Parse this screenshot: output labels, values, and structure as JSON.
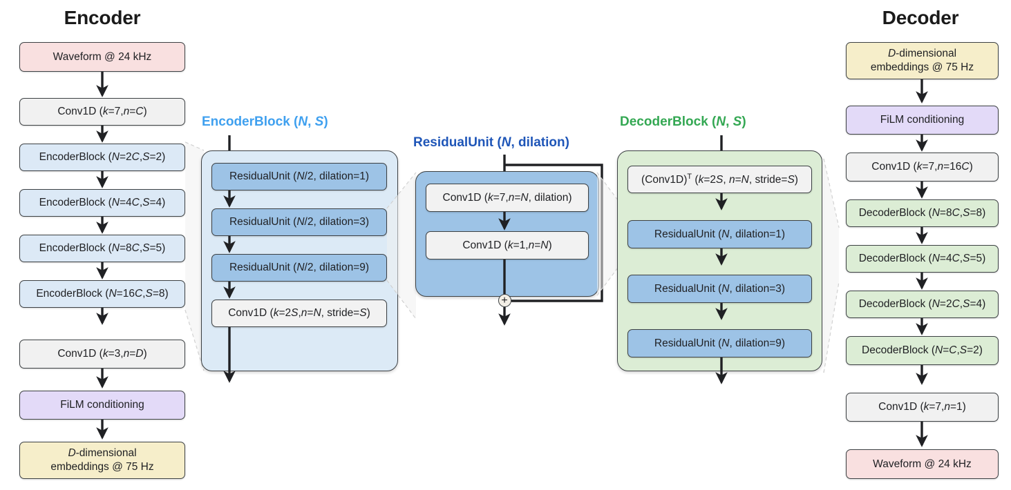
{
  "diagram": {
    "title": "Neural audio codec encoder-decoder architecture",
    "colors": {
      "encoder_title": "#3fa0ef",
      "residual_title": "#1f56b8",
      "decoder_title": "#34a853",
      "waveform_fill": "#f9e0e0",
      "conv_fill": "#f1f1f1",
      "encoderblock_fill": "#dce9f6",
      "film_fill": "#e3daf8",
      "embeddings_fill": "#f6eeca",
      "decoderblock_fill": "#dcedd5",
      "residualunit_fill": "#9dc3e6"
    }
  },
  "encoder_column": {
    "heading": "Encoder",
    "nodes": [
      {
        "label": "Waveform @ 24 kHz",
        "style": "pink"
      },
      {
        "label": "Conv1D (k=7, n=C)",
        "style": "gray"
      },
      {
        "label": "EncoderBlock (N=2C, S=2)",
        "style": "blue"
      },
      {
        "label": "EncoderBlock (N=4C, S=4)",
        "style": "blue"
      },
      {
        "label": "EncoderBlock (N=8C, S=5)",
        "style": "blue"
      },
      {
        "label": "EncoderBlock (N=16C, S=8)",
        "style": "blue"
      },
      {
        "label": "Conv1D (k=3, n=D)",
        "style": "gray"
      },
      {
        "label": "FiLM conditioning",
        "style": "purple"
      },
      {
        "label": "D-dimensional embeddings @ 75 Hz",
        "style": "yellow"
      }
    ]
  },
  "encoder_block_panel": {
    "caption": "EncoderBlock (N, S)",
    "nodes": [
      {
        "label": "ResidualUnit (N/2, dilation=1)",
        "style": "midblue"
      },
      {
        "label": "ResidualUnit (N/2, dilation=3)",
        "style": "midblue"
      },
      {
        "label": "ResidualUnit (N/2, dilation=9)",
        "style": "midblue"
      },
      {
        "label": "Conv1D (k=2S, n=N, stride=S)",
        "style": "white"
      }
    ]
  },
  "residual_unit_panel": {
    "caption": "ResidualUnit (N, dilation)",
    "nodes": [
      {
        "label": "Conv1D (k=7, n=N, dilation)",
        "style": "white"
      },
      {
        "label": "Conv1D (k=1, n=N)",
        "style": "white"
      }
    ],
    "skip_operator": "+"
  },
  "decoder_block_panel": {
    "caption": "DecoderBlock (N, S)",
    "nodes": [
      {
        "label": "(Conv1D)^T (k=2S, n=N, stride=S)",
        "style": "white"
      },
      {
        "label": "ResidualUnit (N, dilation=1)",
        "style": "midblue"
      },
      {
        "label": "ResidualUnit (N, dilation=3)",
        "style": "midblue"
      },
      {
        "label": "ResidualUnit (N, dilation=9)",
        "style": "midblue"
      }
    ]
  },
  "decoder_column": {
    "heading": "Decoder",
    "nodes": [
      {
        "label": "D-dimensional embeddings @ 75 Hz",
        "style": "yellow"
      },
      {
        "label": "FiLM conditioning",
        "style": "purple"
      },
      {
        "label": "Conv1D (k=7, n=16C)",
        "style": "gray"
      },
      {
        "label": "DecoderBlock (N=8C, S=8)",
        "style": "green"
      },
      {
        "label": "DecoderBlock (N=4C, S=5)",
        "style": "green"
      },
      {
        "label": "DecoderBlock (N=2C, S=4)",
        "style": "green"
      },
      {
        "label": "DecoderBlock (N=C, S=2)",
        "style": "green"
      },
      {
        "label": "Conv1D (k=7, n=1)",
        "style": "gray"
      },
      {
        "label": "Waveform @ 24 kHz",
        "style": "pink"
      }
    ]
  }
}
